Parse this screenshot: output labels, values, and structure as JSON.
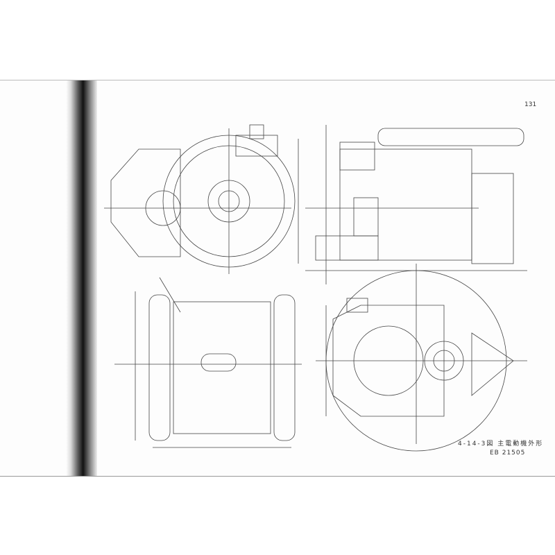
{
  "page_number": "131",
  "caption": "4-14-3図 主電動機外形",
  "drawing_code": "EB 21505"
}
